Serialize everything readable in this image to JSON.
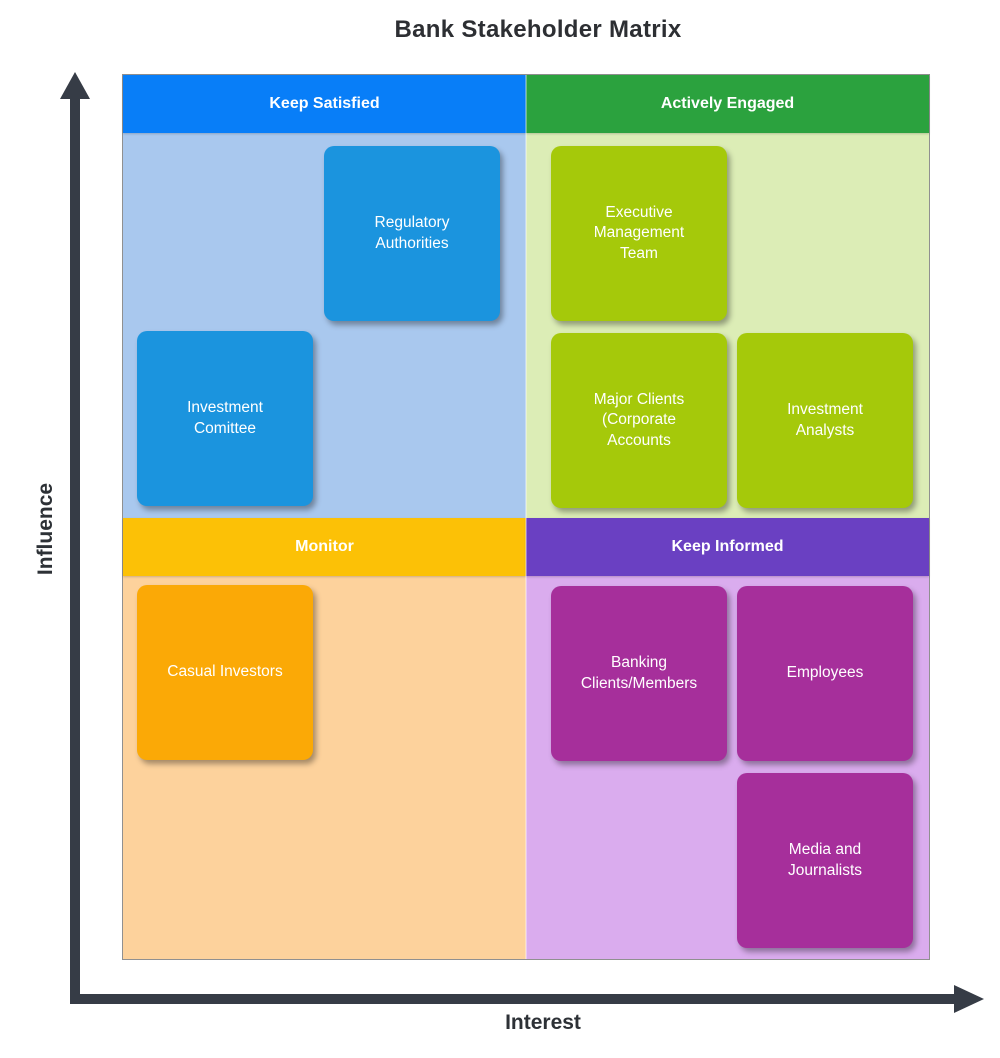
{
  "title": "Bank Stakeholder Matrix",
  "axes": {
    "y_label": "Influence",
    "x_label": "Interest",
    "axis_color": "#363C46"
  },
  "colors": {
    "text_on_fills": "#FFFFFF",
    "title_text": "#2D2F33",
    "matrix_border": "#909090"
  },
  "quadrants": [
    {
      "id": "keep-satisfied",
      "label": "Keep Satisfied",
      "header_color": "#087EF8",
      "bg_color": "#A9C8EE",
      "card_color": "#1B94DE",
      "cards": [
        "Regulatory\nAuthorities",
        "Investment\nComittee"
      ]
    },
    {
      "id": "actively-engaged",
      "label": "Actively Engaged",
      "header_color": "#2BA23E",
      "bg_color": "#DCEDB6",
      "card_color": "#A5C90A",
      "cards": [
        "Executive\nManagement\nTeam",
        "Major Clients\n(Corporate\nAccounts",
        "Investment\nAnalysts"
      ]
    },
    {
      "id": "monitor",
      "label": "Monitor",
      "header_color": "#FCC106",
      "bg_color": "#FDD29C",
      "card_color": "#FBA906",
      "cards": [
        "Casual Investors"
      ]
    },
    {
      "id": "keep-informed",
      "label": "Keep Informed",
      "header_color": "#6A40C2",
      "bg_color": "#DAACEE",
      "card_color": "#A62F9B",
      "cards": [
        "Banking\nClients/Members",
        "Employees",
        "Media and\nJournalists"
      ]
    }
  ]
}
